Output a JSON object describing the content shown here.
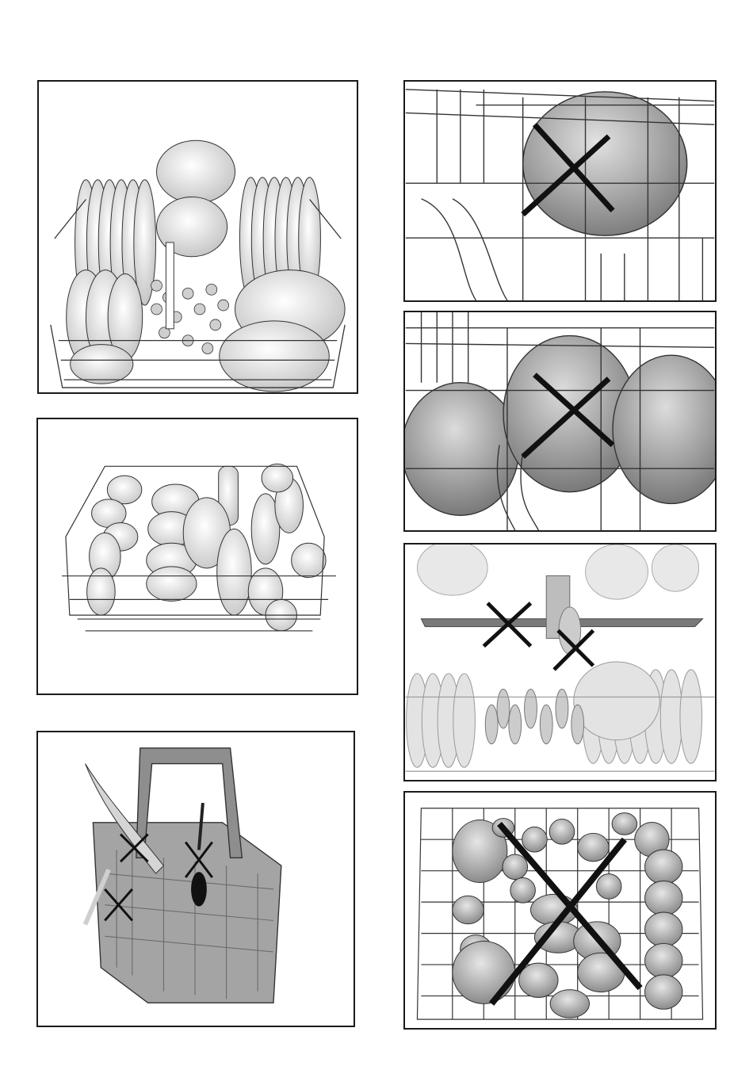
{
  "illustrations": [
    {
      "id": "p1",
      "subject": "lower-basket-loaded",
      "marked_wrong": false
    },
    {
      "id": "p2",
      "subject": "upper-basket-loaded",
      "marked_wrong": false
    },
    {
      "id": "p3",
      "subject": "cutlery-basket",
      "marked_wrong": true
    },
    {
      "id": "p4",
      "subject": "bowl-blocking-rack",
      "marked_wrong": true
    },
    {
      "id": "p5",
      "subject": "bowls-blocking-rack",
      "marked_wrong": true
    },
    {
      "id": "p6",
      "subject": "spray-arm-blocked",
      "marked_wrong": true
    },
    {
      "id": "p7",
      "subject": "upper-basket-overloaded",
      "marked_wrong": true
    }
  ],
  "colors": {
    "frame": "#1a1a1a",
    "cross": "#111111",
    "dish_fill": "#e6e6e6",
    "dish_dark": "#8a8a8a",
    "basket": "#9a9a9a"
  }
}
